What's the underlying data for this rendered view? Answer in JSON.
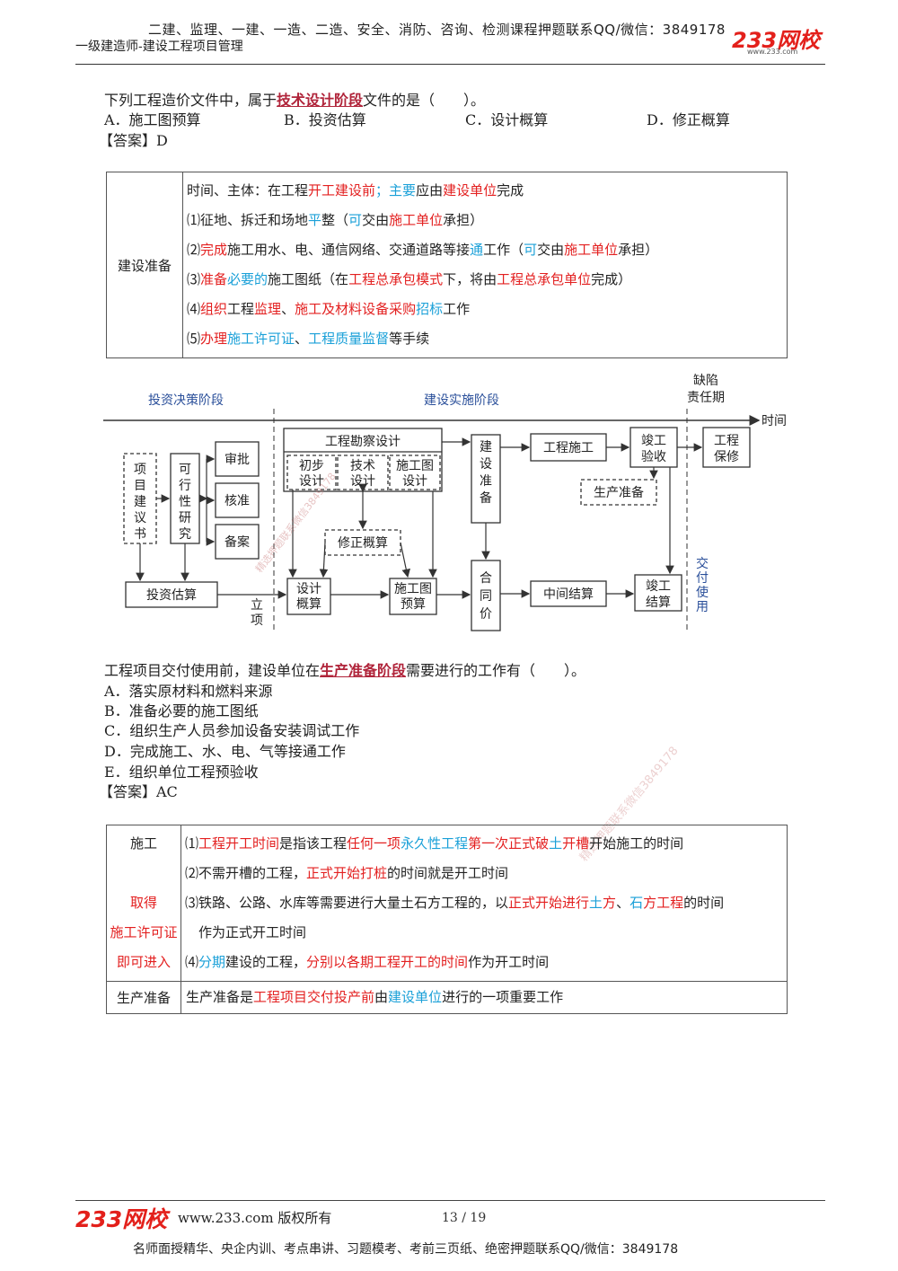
{
  "header": {
    "top_line": "二建、监理、一建、一造、二造、安全、消防、咨询、检测课程押题联系QQ/微信：3849178",
    "subtitle": "一级建造师-建设工程项目管理",
    "logo": "233网校",
    "logo_url": "www.233.com"
  },
  "q1": {
    "stem_before": "下列工程造价文件中，属于",
    "stem_key": "技术设计阶段",
    "stem_after": "文件的是（　　）。",
    "options": [
      "A．施工图预算",
      "B．投资估算",
      "C．设计概算",
      "D．修正概算"
    ],
    "answer": "【答案】D"
  },
  "table1": {
    "label": "建设准备",
    "rows": [
      [
        {
          "t": "时间、主体：在工程",
          "c": ""
        },
        {
          "t": "开工建设前",
          "c": "red"
        },
        {
          "t": "；",
          "c": "blue"
        },
        {
          "t": "主要",
          "c": "blue"
        },
        {
          "t": "应由",
          "c": ""
        },
        {
          "t": "建设单位",
          "c": "red"
        },
        {
          "t": "完成",
          "c": ""
        }
      ],
      [
        {
          "t": "⑴征地、拆迁和场地",
          "c": ""
        },
        {
          "t": "平",
          "c": "blue"
        },
        {
          "t": "整（",
          "c": ""
        },
        {
          "t": "可",
          "c": "blue"
        },
        {
          "t": "交由",
          "c": ""
        },
        {
          "t": "施工单位",
          "c": "red"
        },
        {
          "t": "承担）",
          "c": ""
        }
      ],
      [
        {
          "t": "⑵",
          "c": ""
        },
        {
          "t": "完成",
          "c": "red"
        },
        {
          "t": "施工用水、电、通信网络、交通道路等接",
          "c": ""
        },
        {
          "t": "通",
          "c": "blue"
        },
        {
          "t": "工作（",
          "c": ""
        },
        {
          "t": "可",
          "c": "blue"
        },
        {
          "t": "交由",
          "c": ""
        },
        {
          "t": "施工单位",
          "c": "red"
        },
        {
          "t": "承担）",
          "c": ""
        }
      ],
      [
        {
          "t": "⑶",
          "c": ""
        },
        {
          "t": "准备",
          "c": "red"
        },
        {
          "t": "必要的",
          "c": "blue"
        },
        {
          "t": "施工图纸（在",
          "c": ""
        },
        {
          "t": "工程总承包模式",
          "c": "red"
        },
        {
          "t": "下，将由",
          "c": ""
        },
        {
          "t": "工程总承包单位",
          "c": "red"
        },
        {
          "t": "完成）",
          "c": ""
        }
      ],
      [
        {
          "t": "⑷",
          "c": ""
        },
        {
          "t": "组织",
          "c": "red"
        },
        {
          "t": "工程",
          "c": ""
        },
        {
          "t": "监理",
          "c": "red"
        },
        {
          "t": "、",
          "c": ""
        },
        {
          "t": "施工及材料设备采购",
          "c": "red"
        },
        {
          "t": "招标",
          "c": "blue"
        },
        {
          "t": "工作",
          "c": ""
        }
      ],
      [
        {
          "t": "⑸",
          "c": ""
        },
        {
          "t": "办理",
          "c": "red"
        },
        {
          "t": "施工许可证",
          "c": "blue"
        },
        {
          "t": "、",
          "c": ""
        },
        {
          "t": "工程质量监督",
          "c": "blue"
        },
        {
          "t": "等手续",
          "c": ""
        }
      ]
    ]
  },
  "flow": {
    "phase1": "投资决策阶段",
    "phase2": "建设实施阶段",
    "phase3_a": "缺陷",
    "phase3_b": "责任期",
    "time": "时间",
    "proposal": [
      "项",
      "目",
      "建",
      "议",
      "书"
    ],
    "feasibility": [
      "可",
      "行",
      "性",
      "研",
      "究"
    ],
    "approve": "审批",
    "verify": "核准",
    "record": "备案",
    "estimate": "投资估算",
    "survey": "工程勘察设计",
    "prelim": [
      "初步",
      "设计"
    ],
    "tech": [
      "技术",
      "设计"
    ],
    "construct_design": [
      "施工图",
      "设计"
    ],
    "revised": "修正概算",
    "design_estimate": [
      "设计",
      "概算"
    ],
    "drawing_budget": [
      "施工图",
      "预算"
    ],
    "lixiang": [
      "立",
      "项"
    ],
    "prep": [
      "建",
      "设",
      "准",
      "备"
    ],
    "contract": [
      "合",
      "同",
      "价"
    ],
    "construction": "工程施工",
    "production_prep": "生产准备",
    "acceptance": [
      "竣工",
      "验收"
    ],
    "warranty": [
      "工程",
      "保修"
    ],
    "interim": "中间结算",
    "final": [
      "竣工",
      "结算"
    ],
    "delivery": [
      "交",
      "付",
      "使",
      "用"
    ],
    "watermark": "精选押题联系微信3849178"
  },
  "q2": {
    "stem_before": "工程项目交付使用前，建设单位在",
    "stem_key": "生产准备阶段",
    "stem_after": "需要进行的工作有（　　）。",
    "options": [
      "A．落实原材料和燃料来源",
      "B．准备必要的施工图纸",
      "C．组织生产人员参加设备安装调试工作",
      "D．完成施工、水、电、气等接通工作",
      "E．组织单位工程预验收"
    ],
    "answer": "【答案】AC",
    "watermark": "精选押题联系微信3849178"
  },
  "table2": {
    "label_lines": [
      {
        "t": "施工",
        "c": ""
      },
      {
        "t": "",
        "c": ""
      },
      {
        "t": "取得",
        "c": "red"
      },
      {
        "t": "施工许可证",
        "c": "red"
      },
      {
        "t": "即可进入",
        "c": "red"
      }
    ],
    "rows": [
      [
        {
          "t": "⑴",
          "c": ""
        },
        {
          "t": "工程开工时间",
          "c": "red"
        },
        {
          "t": "是指该工程",
          "c": ""
        },
        {
          "t": "任何一项",
          "c": "red"
        },
        {
          "t": "永久性工程",
          "c": "blue"
        },
        {
          "t": "第一次",
          "c": "red"
        },
        {
          "t": "正式",
          "c": "red"
        },
        {
          "t": "破",
          "c": "red"
        },
        {
          "t": "土",
          "c": "blue"
        },
        {
          "t": "开槽",
          "c": "red"
        },
        {
          "t": "开始施工的时间",
          "c": ""
        }
      ],
      [
        {
          "t": "⑵不需开槽的工程，",
          "c": ""
        },
        {
          "t": "正式开始打桩",
          "c": "red"
        },
        {
          "t": "的时间就是开工时间",
          "c": ""
        }
      ],
      [
        {
          "t": "⑶铁路、公路、水库等需要进行大量土石方工程的，以",
          "c": ""
        },
        {
          "t": "正式开始进行",
          "c": "red"
        },
        {
          "t": "土",
          "c": "blue"
        },
        {
          "t": "方",
          "c": "red"
        },
        {
          "t": "、",
          "c": ""
        },
        {
          "t": "石",
          "c": "blue"
        },
        {
          "t": "方工程",
          "c": "red"
        },
        {
          "t": "的时间",
          "c": ""
        }
      ],
      [
        {
          "t": "　作为正式开工时间",
          "c": ""
        }
      ],
      [
        {
          "t": "⑷",
          "c": ""
        },
        {
          "t": "分期",
          "c": "blue"
        },
        {
          "t": "建设的工程，",
          "c": ""
        },
        {
          "t": "分别以各期工程开工的时间",
          "c": "red"
        },
        {
          "t": "作为开工时间",
          "c": ""
        }
      ]
    ],
    "prod_label": "生产准备",
    "prod_row": [
      {
        "t": "生产准备是",
        "c": ""
      },
      {
        "t": "工程项目交付投产前",
        "c": "red"
      },
      {
        "t": "由",
        "c": ""
      },
      {
        "t": "建设单位",
        "c": "blue"
      },
      {
        "t": "进行的一项重要工作",
        "c": ""
      }
    ]
  },
  "footer": {
    "logo": "233网校",
    "site": "www.233.com 版权所有",
    "page": "13 / 19",
    "bottom": "名师面授精华、央企内训、考点串讲、习题模考、考前三页纸、绝密押题联系QQ/微信：3849178"
  },
  "colors": {
    "red": "#e32020",
    "blue": "#1aa0d8",
    "logo": "#e3201b"
  }
}
